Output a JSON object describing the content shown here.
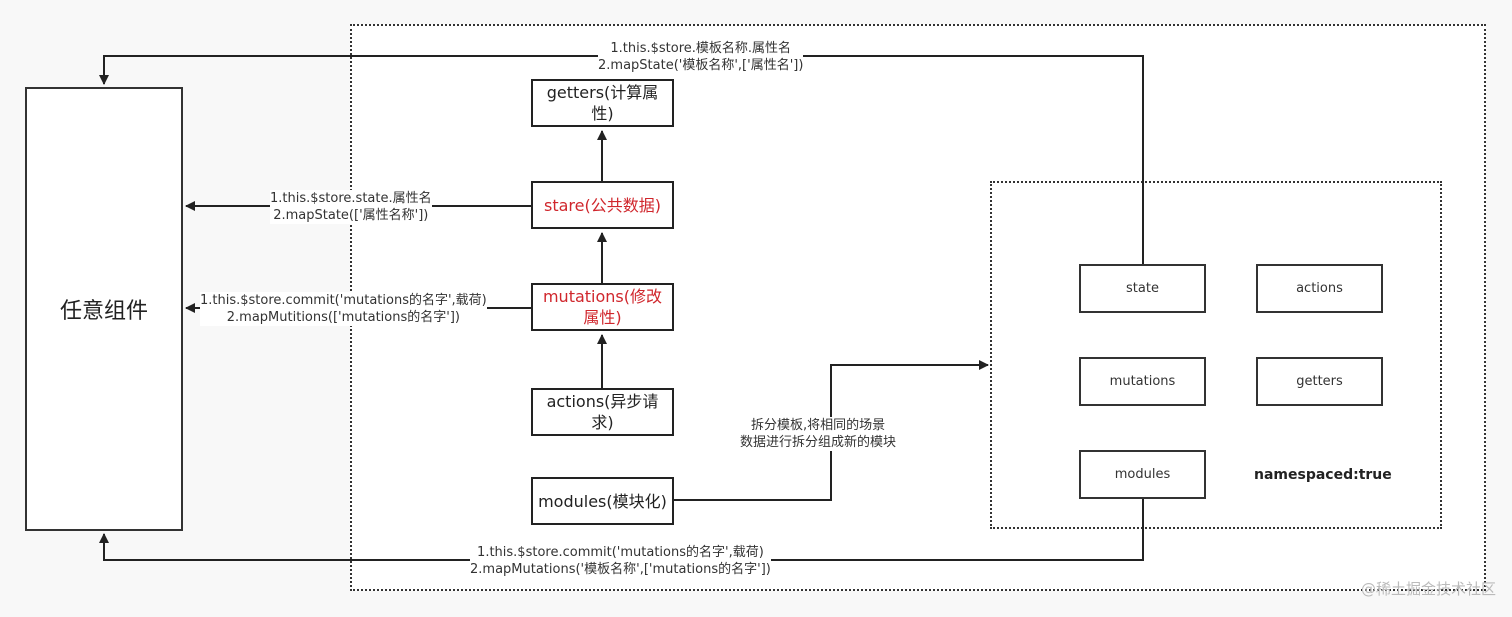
{
  "diagram": {
    "component": {
      "label": "任意组件"
    },
    "center_boxes": [
      {
        "id": "getters",
        "label": "getters(计算属性)",
        "highlight": false
      },
      {
        "id": "state",
        "label": "stare(公共数据)",
        "highlight": true
      },
      {
        "id": "mutations",
        "label": "mutations(修改属性)",
        "highlight": true
      },
      {
        "id": "actions",
        "label": "actions(异步请求)",
        "highlight": false
      },
      {
        "id": "modules",
        "label": "modules(模块化)",
        "highlight": false
      }
    ],
    "module_boxes": [
      {
        "id": "state",
        "label": "state"
      },
      {
        "id": "actions",
        "label": "actions"
      },
      {
        "id": "mutations",
        "label": "mutations"
      },
      {
        "id": "getters",
        "label": "getters"
      },
      {
        "id": "modules",
        "label": "modules"
      }
    ],
    "namespaced_label": "namespaced:true",
    "edge_labels": {
      "module_state": [
        "1.this.$store.模板名称.属性名",
        "2.mapState('模板名称',['属性名'])"
      ],
      "state": [
        "1.this.$store.state.属性名",
        "2.mapState(['属性名称'])"
      ],
      "mutations": [
        "1.this.$store.commit('mutations的名字',载荷)",
        "2.mapMutitions(['mutations的名字'])"
      ],
      "modules_split": [
        "拆分模板,将相同的场景",
        "数据进行拆分组成新的模块"
      ],
      "module_mutations": [
        "1.this.$store.commit('mutations的名字',载荷)",
        "2.mapMutations('模板名称',['mutations的名字'])"
      ]
    },
    "accent_color": "#d0262c",
    "watermark": "@稀土掘金技术社区"
  }
}
